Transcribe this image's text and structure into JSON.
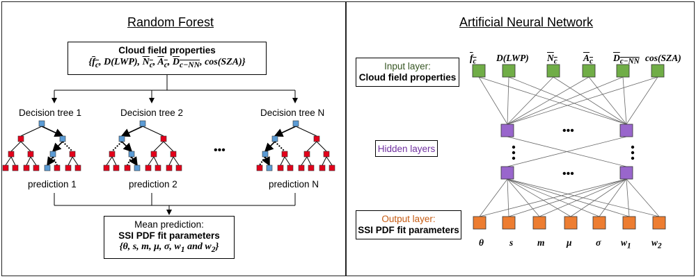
{
  "random_forest": {
    "title": "Random Forest",
    "input_box": {
      "title": "Cloud field properties",
      "formula": "{f_c, D(LWP), N_c, A_c, D_c−NN, cos(SZA)}"
    },
    "trees": [
      {
        "label": "Decision tree 1",
        "prediction": "prediction 1"
      },
      {
        "label": "Decision tree 2",
        "prediction": "prediction 2"
      },
      {
        "label": "Decision tree N",
        "prediction": "prediction N"
      }
    ],
    "ellipsis": "•••",
    "output_box": {
      "line1": "Mean prediction:",
      "line2": "SSI PDF fit parameters",
      "line3": "{θ, s, m, μ, σ, w₁ and w₂}"
    },
    "colors": {
      "red_node": "#e3001b",
      "blue_node": "#5b9bd5"
    }
  },
  "ann": {
    "title": "Artificial Neural Network",
    "input_layer": {
      "line1": "Input layer:",
      "line2": "Cloud field properties",
      "color": "#375623"
    },
    "hidden_layers": {
      "label": "Hidden layers",
      "color": "#7030a0"
    },
    "output_layer": {
      "line1": "Output layer:",
      "line2": "SSI PDF fit parameters",
      "color": "#c55a11"
    },
    "inputs": [
      "f_c",
      "D(LWP)",
      "N_c",
      "A_c",
      "D_c−NN",
      "cos(SZA)"
    ],
    "outputs": [
      "θ",
      "s",
      "m",
      "μ",
      "σ",
      "w₁",
      "w₂"
    ],
    "colors": {
      "input_node": "#70ad47",
      "hidden_node": "#9966cc",
      "output_node": "#ed7d31"
    }
  }
}
